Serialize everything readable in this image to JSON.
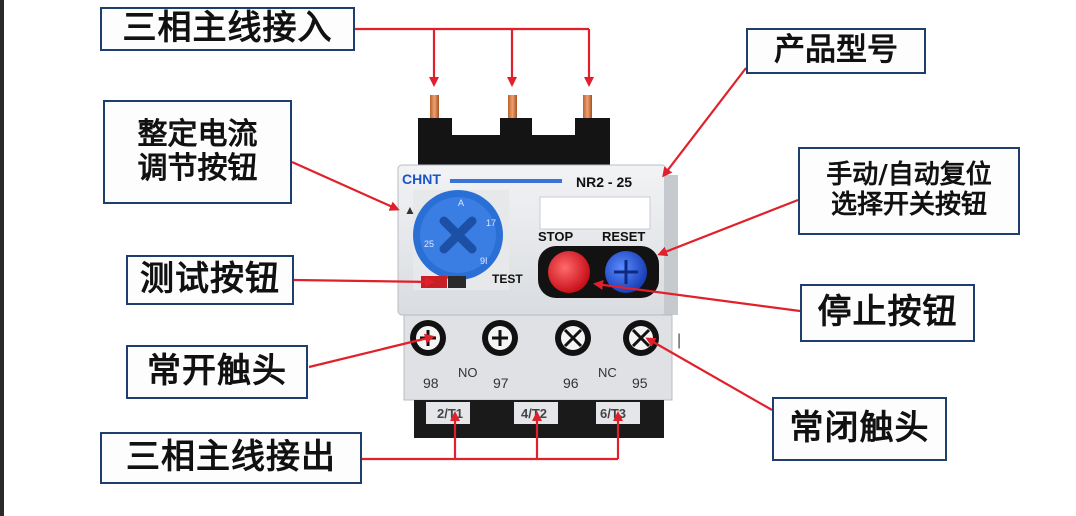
{
  "labels": {
    "mains_in": "三相主线接入",
    "model": "产品型号",
    "adjust_line1": "整定电流",
    "adjust_line2": "调节按钮",
    "reset_line1": "手动/自动复位",
    "reset_line2": "选择开关按钮",
    "test_button": "测试按钮",
    "stop_button": "停止按钮",
    "no_contact": "常开触头",
    "nc_contact": "常闭触头",
    "mains_out": "三相主线接出"
  },
  "device": {
    "brand": "CHNT",
    "model": "NR2 - 25",
    "stop": "STOP",
    "reset": "RESET",
    "test": "TEST",
    "terminal_98": "98",
    "terminal_no": "NO",
    "terminal_97": "97",
    "terminal_96": "96",
    "terminal_nc": "NC",
    "terminal_95": "95",
    "out_1": "2/T1",
    "out_2": "4/T2",
    "out_3": "6/T3"
  },
  "colors": {
    "arrow": "#e0202a",
    "label_border": "#1e3e6e",
    "dial_blue": "#2a6fd6",
    "stop_red": "#e8222c",
    "reset_blue": "#2456d8"
  }
}
